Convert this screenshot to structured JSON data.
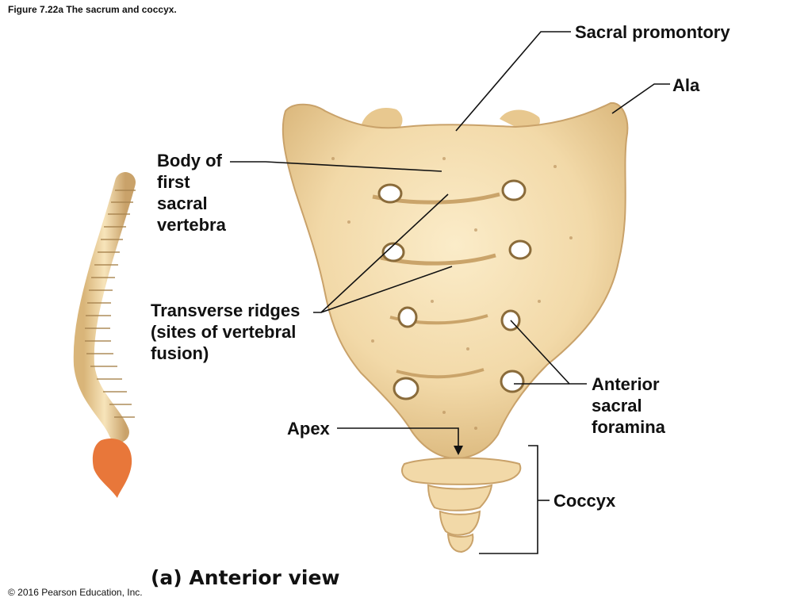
{
  "figure_title": "Figure 7.22a The sacrum and coccyx.",
  "labels": {
    "sacral_promontory": "Sacral promontory",
    "ala": "Ala",
    "body_first_sacral": [
      "Body of",
      "first",
      "sacral",
      "vertebra"
    ],
    "transverse_ridges": [
      "Transverse ridges",
      "(sites of vertebral",
      "fusion)"
    ],
    "anterior_sacral_foramina": [
      "Anterior",
      "sacral",
      "foramina"
    ],
    "apex": "Apex",
    "coccyx": "Coccyx"
  },
  "view_caption": "(a) Anterior view",
  "copyright": "© 2016 Pearson Education, Inc.",
  "colors": {
    "bone": "#f2d9a8",
    "bone_shadow": "#d9b579",
    "bone_highlight": "#fbecc9",
    "coccyx_highlight": "#e8773a",
    "leader": "#111111"
  }
}
